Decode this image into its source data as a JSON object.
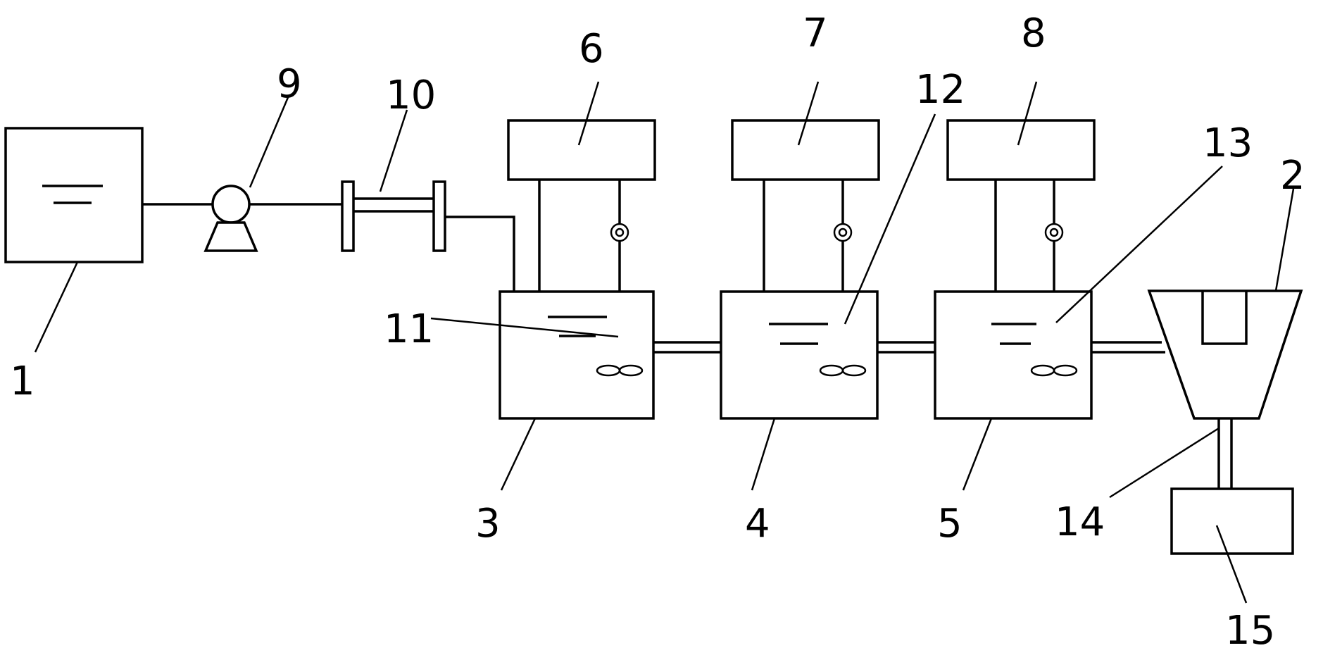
{
  "diagram": {
    "labels": {
      "l1": "1",
      "l2": "2",
      "l3": "3",
      "l4": "4",
      "l5": "5",
      "l6": "6",
      "l7": "7",
      "l8": "8",
      "l9": "9",
      "l10": "10",
      "l11": "11",
      "l12": "12",
      "l13": "13",
      "l14": "14",
      "l15": "15"
    },
    "line_color": "#000000",
    "background_color": "#ffffff"
  }
}
